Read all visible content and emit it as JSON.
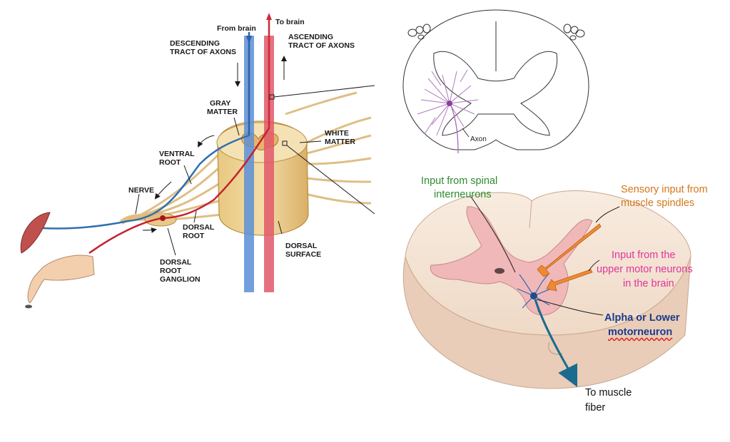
{
  "left_labels": {
    "from_brain": "From brain",
    "to_brain": "To brain",
    "descending_1": "DESCENDING",
    "descending_2": "TRACT OF AXONS",
    "ascending_1": "ASCENDING",
    "ascending_2": "TRACT OF AXONS",
    "gray_1": "GRAY",
    "gray_2": "MATTER",
    "white_1": "WHITE",
    "white_2": "MATTER",
    "ventral_1": "VENTRAL",
    "ventral_2": "ROOT",
    "nerve": "NERVE",
    "dorsal_root_1": "DORSAL",
    "dorsal_root_2": "ROOT",
    "ganglion_1": "DORSAL",
    "ganglion_2": "ROOT",
    "ganglion_3": "GANGLION",
    "dorsal_surface_1": "DORSAL",
    "dorsal_surface_2": "SURFACE"
  },
  "cross_section": {
    "axon": "Axon"
  },
  "right_labels": {
    "interneurons_1": "Input from spinal",
    "interneurons_2": "interneurons",
    "spindles_1": "Sensory input from",
    "spindles_2": "muscle spindles",
    "upper_1": "Input from the",
    "upper_2": "upper motor neurons",
    "upper_3": "in the brain",
    "alpha_1": "Alpha or Lower",
    "alpha_2": "motorneuron",
    "fiber_1": "To muscle",
    "fiber_2": "fiber"
  },
  "colors": {
    "descending_tract": "#5b8fd6",
    "ascending_tract": "#e0586a",
    "cord_tan": "#e9c98a",
    "gray_matter_pink": "#f0b8b8",
    "orange_arrow": "#f08a30",
    "motor_axon": "#1b6b8f"
  }
}
